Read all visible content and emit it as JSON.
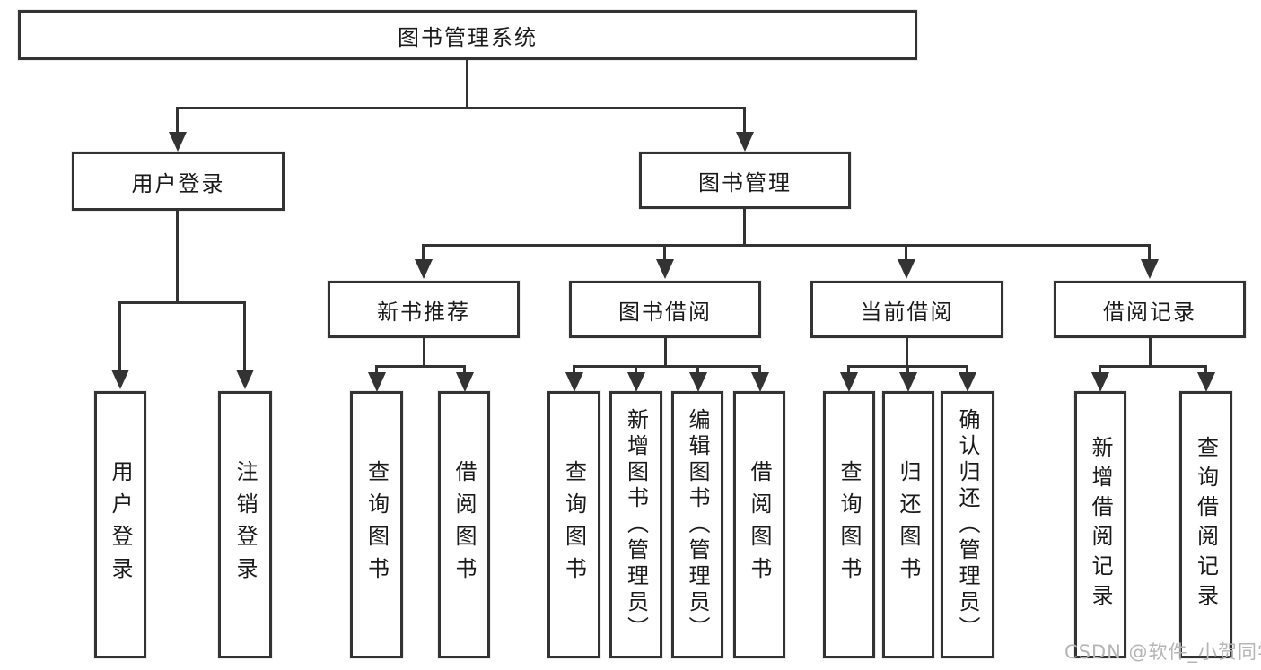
{
  "colors": {
    "line": "#333333",
    "text": "#1a1a1a",
    "background": "#ffffff",
    "watermark": "#b5b5b5"
  },
  "tree": {
    "root": {
      "label": "图书管理系统"
    },
    "branches": [
      {
        "label": "用户登录",
        "leaves": [
          {
            "label": "用户登录"
          },
          {
            "label": "注销登录"
          }
        ]
      },
      {
        "label": "图书管理",
        "sections": [
          {
            "label": "新书推荐",
            "leaves": [
              {
                "label": "查询图书"
              },
              {
                "label": "借阅图书"
              }
            ]
          },
          {
            "label": "图书借阅",
            "leaves": [
              {
                "label": "查询图书"
              },
              {
                "label": "新增图书（管理员）"
              },
              {
                "label": "编辑图书（管理员）"
              },
              {
                "label": "借阅图书"
              }
            ]
          },
          {
            "label": "当前借阅",
            "leaves": [
              {
                "label": "查询图书"
              },
              {
                "label": "归还图书"
              },
              {
                "label": "确认归还（管理员）"
              }
            ]
          },
          {
            "label": "借阅记录",
            "leaves": [
              {
                "label": "新增借阅记录"
              },
              {
                "label": "查询借阅记录"
              }
            ]
          }
        ]
      }
    ]
  },
  "watermark": {
    "text": "CSDN @软件_小贺同学"
  }
}
